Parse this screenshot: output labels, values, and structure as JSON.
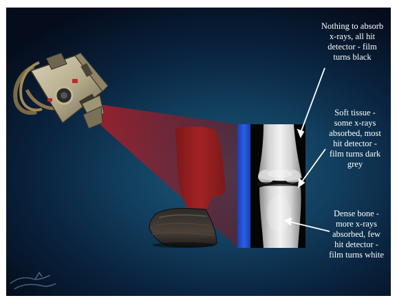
{
  "annotations": {
    "no_absorption": "Nothing to absorb\nx-rays, all hit\ndetector - film\nturns black",
    "soft_tissue": "Soft tissue -\nsome x-rays\nabsorbed, most\nhit detector -\nfilm turns dark\ngrey",
    "dense_bone": "Dense bone -\nmore x-rays\nabsorbed, few\nhit detector -\nfilm turns white"
  },
  "icons": {
    "xray_source": "xray-machine-icon",
    "leg": "horse-leg-hoof-icon",
    "detector": "detector-plate-icon",
    "radiograph": "xray-film-icon",
    "logo": "greyhound-logo-icon"
  },
  "colors": {
    "background_dark": "#050d1c",
    "background_mid": "#12405f",
    "beam": "#8b1a22",
    "soft_tissue": "#9a1f1f",
    "detector": "#1f4fd1",
    "film_background": "#050505",
    "bone": "#e6e6e6",
    "text": "#ffffff"
  }
}
